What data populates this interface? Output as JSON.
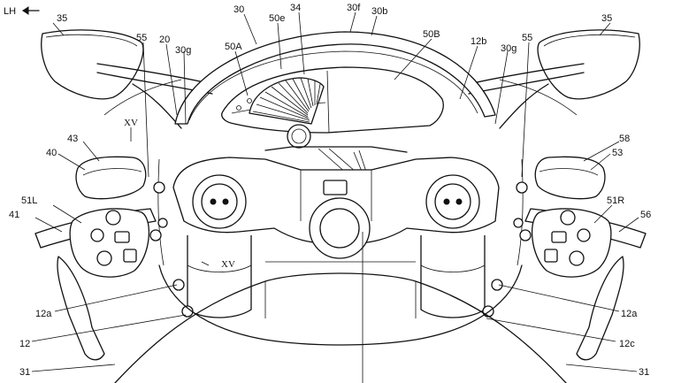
{
  "direction": {
    "label": "LH",
    "arrow": "left-arrow-icon"
  },
  "labels": {
    "mirror_left": "35",
    "mirror_right": "35",
    "windscreen": "30",
    "screen_part_e": "50e",
    "screen_part_34": "34",
    "screen_part_f": "30f",
    "screen_part_b": "30b",
    "stay_left": "55",
    "frame": "20",
    "screen_part_g_left": "30g",
    "meter_a": "50A",
    "meter_b": "50B",
    "bridge_12b": "12b",
    "screen_part_g_right": "30g",
    "stay_right": "55",
    "section_xv_upper": "XV",
    "section_xv_lower": "XV",
    "reservoir_lid_left": "43",
    "reservoir_left": "40",
    "reservoir_lid_right": "58",
    "reservoir_right": "53",
    "switch_left": "51L",
    "switch_right": "51R",
    "grip_left": "41",
    "grip_right": "56",
    "fork_left": "12a",
    "fork_right": "12a",
    "front_fork": "12",
    "bottom_bridge": "12c",
    "cowl_left": "31",
    "cowl_right": "31"
  }
}
